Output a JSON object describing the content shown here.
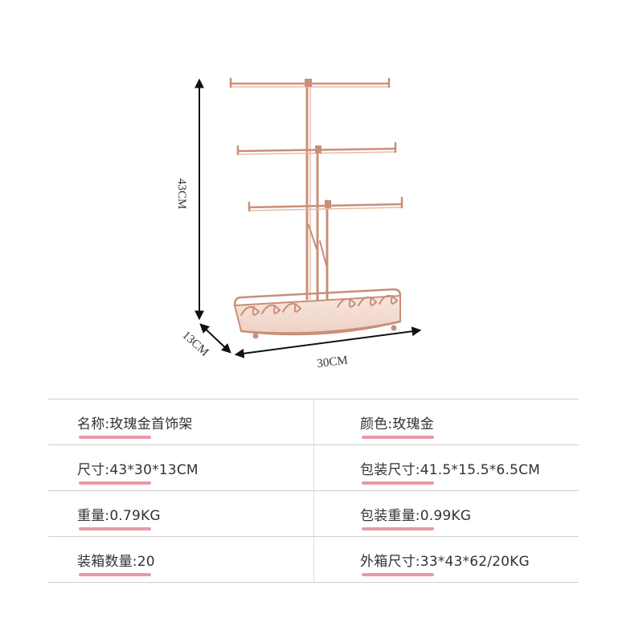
{
  "dimensions": {
    "height": "43CM",
    "depth": "13CM",
    "width": "30CM"
  },
  "specs": [
    {
      "left": "名称:玫瑰金首饰架",
      "right": "颜色:玫瑰金"
    },
    {
      "left": "尺寸:43*30*13CM",
      "right": "包装尺寸:41.5*15.5*6.5CM"
    },
    {
      "left": "重量:0.79KG",
      "right": "包装重量:0.99KG"
    },
    {
      "left": "装箱数量:20",
      "right": "外箱尺寸:33*43*62/20KG"
    }
  ],
  "colors": {
    "rose_gold": "#c98f78",
    "rose_gold_light": "#e8bba6",
    "accent": "#e89aa6",
    "divider": "#cfcfcf",
    "text": "#333333"
  }
}
